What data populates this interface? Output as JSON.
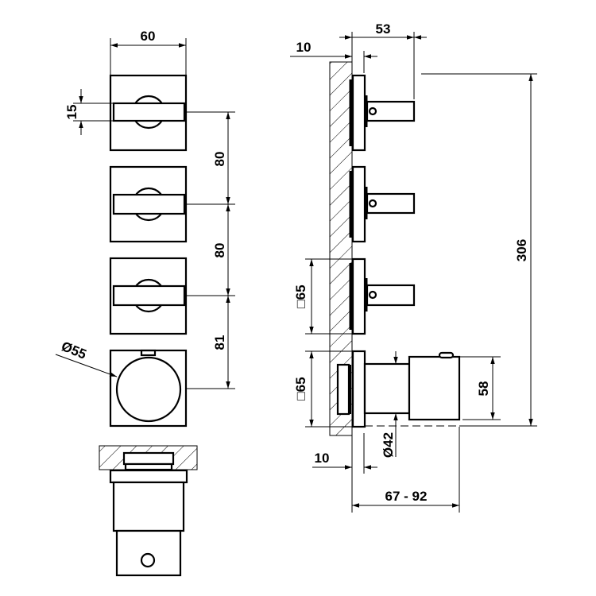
{
  "drawing": {
    "title": "Concealed thermostatic mixer with three stop valves - dimension drawing",
    "front_view": {
      "width_label": "60",
      "handle_height_label": "15",
      "spacing_1_label": "80",
      "spacing_2_label": "80",
      "spacing_3_label": "81",
      "knob_diameter_label": "Ø55"
    },
    "side_view": {
      "wall_depth_top_label": "10",
      "handle_projection_label": "53",
      "total_height_label": "306",
      "plate_size_1_label": "□65",
      "plate_size_2_label": "□65",
      "knob_height_label": "58",
      "body_diameter_label": "Ø42",
      "wall_depth_bottom_label": "10",
      "projection_range_label": "67 - 92"
    }
  },
  "colors": {
    "line": "#000000",
    "background": "#ffffff"
  }
}
